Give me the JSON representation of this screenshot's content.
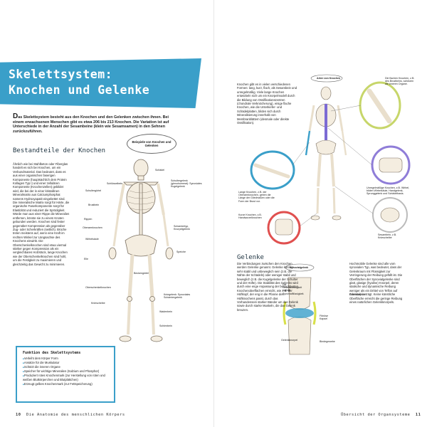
{
  "left": {
    "title_line1": "Skelettsystem:",
    "title_line2": "Knochen und Gelenke",
    "intro_dropcap": "D",
    "intro_text": "as Skelettsystem besteht aus den Knochen und den Gelenken zwischen ihnen. Bei einem erwachsenen Menschen gibt es etwa 206 bis 213 Knochen. Die Variation ist auf Unterschiede in der Anzahl der Sesambeine (klein wie Sesamsamen) in den Sehnen zurückzuführen.",
    "section_heading": "Bestandteile der Knochen",
    "section_text": "Ähnlich wie bei Stahlbeton oder Fiberglas handelt es sich bei Knochen, um ein Verbundmaterial. Das bedeutet, dass es aus einer organischen faserigen Komponente (hauptsächlich dem Protein Kollagen Typ I) und einer zellulären Komponente (Knochenzellen) gebildet wird, die bei der in einer kristallinen Mineralmatrix aus Calciumphosphat namens Hydroxyapatit eingebettet sind. Die mineralische Matrix sorgt für Härte, die organische Faserkomponente sorgt für Elastizität und reduziert die Sprödigkeit. Würde man aus einer Rippe die Mineralien entfernen, könnte sie zu einem Knoten gebunden werden. Knochen sind fester gegenüber Kompression als gegenüber Zug- oder Scherkräften (seitlich). Brüche treten meistens auf, wenn eine Kraft im rechten Winkel zur Längsachse des Knochens einwirkt. Die Oberschenkelknochen sind etwa viermal stärker gegen Kompression als ein vergleichbares Holzstück, lange Knochen wie der Oberschenkelknochen sind hohl, um die Festigkeit zu maximieren und gleichzeitig das Gewicht zu minimieren.",
    "bubble": "Beispiele von Knochen und Gelenken",
    "labels": {
      "schaedel": "Schädel",
      "schluesselbein": "Schlüsselbein",
      "schultergelenk": "Schultergelenk (glenohumeral): Synoviales Kugelgelenk",
      "schultergürtel": "Schultergürtel",
      "brustbein": "Brustbein",
      "rippen": "Rippen",
      "oberarm": "Oberarmknochen",
      "wirbelsaeule": "Wirbelsäule",
      "scharnier": "Scharniertyp, Knorpelgelenk",
      "elle": "Elle",
      "speiche": "Speiche",
      "becken": "Beckengürtel",
      "oberschenkel": "Oberschenkelknochen",
      "knie": "Kniescheibe",
      "kniegelenk": "Kniegelenk: Synoviales Scharniergelenk",
      "wadenbein": "Wadenbein",
      "schienbein": "Schienbein"
    },
    "box_heading": "Funktion des Skelettsystems",
    "box_items": [
      "Verleiht dem Körper Form",
      "Ansätze für die Muskulatur",
      "Schützt die inneren Organe",
      "Speicher für wichtige Mineralien (Kalzium und Phosphor)",
      "Produziert rotes Knochenmark (zur Herstellung von roten und weißen Blutkörperchen und Blutplättchen)",
      "Erzeugt gelbes Knochenmark (zur Fettspeicherung)"
    ],
    "page_number": "10",
    "footer": "Die Anatomie des menschlichen Körpers"
  },
  "right": {
    "knochen_text": "Knochen gibt es in vielen verschiedenen Formen: lang, kurz, flach, als Sesambein und unregelmäßig. Viele lange Knochen entwickeln sich um ein Knorpelmodell durch die Bildung von Ossifikationszentren (chondrale Verknöcherung), einige flache Knochen, wie die Unterkiefer- und Schädelplatten, bilden sich durch Mineralisierung innerhalb von Membranblättern (desmale oder direkte Ossifikation).",
    "arten_label": "Arten von Knochen",
    "flat_label": "Die flachen Knochen, z.B. des Brustbeins, schützen die inneren Organe.",
    "long_label": "Lange Knochen, z.B. der Oberarmknochen, geben die Länge der Gliedmaßen oder die Form der Brust vor.",
    "short_label": "Kurze Knochen, z.B. Handwurzelknochen",
    "irregular_label": "Unregelmäßige Knochen, z.B. Wirbel, bilden Wirbelsäule, Handgelenk, Sprunggelenk und Schädelbasis.",
    "sesam_label": "Sesambein, z.B. Kniescheibe",
    "gelenke_heading": "Gelenke",
    "gelenke_text": "Die Verbindungen zwischen den Knochen werden Gelenke genannt. Gelenke können sehr stabil und unbeweglich sein (z.B. die Nähte der Schädels) oder weniger stabil und beweglich (z.B. die Kugelgelenke der Schulter und der Hüfte). Die Stabilität des Gelenks wird durch eine enge Anpassung der benachbarten Knochenoberflächen erreicht, wie z.B. der Hüftkopf, der eng in die Pfanne des Hüftknochens passt, durch das Vorhandensein starker Bänder um das Gelenk sowie durch starke Muskeln, die das Gelenk kreuzen.",
    "gelenke_text2": "Hochmobile Gelenke sind alle vom synovialen Typ, was bedeutet, dass der Gelenkraum mit Flüssigkeit zur Verringerung der Reibung gefüllt ist. Die Oberflächen der Synovialgelenke sind glatt, glasige (hyaline) Knorpel, deren statische und dynamische Reibung weniger als ein Drittel von Teflon auf Edelstahl beträgt. Keine künstliche Oberfläche erreicht die geringe Reibung eines natürlichen Gelenkknorpels.",
    "synovial_bubble": "Synovialgelenk",
    "syn_labels": {
      "fluessig": "Die Gelenkflüssigkeit enthält Synovialflüssigkeit.",
      "knorpel": "Gelenkknorpel",
      "fibroes": "Fibröse Kapsel",
      "bindege": "Bindegewebe",
      "gelenkkapsel": "Gelenkkapsel"
    },
    "page_number": "11",
    "footer": "Übersicht der Organsysteme"
  }
}
